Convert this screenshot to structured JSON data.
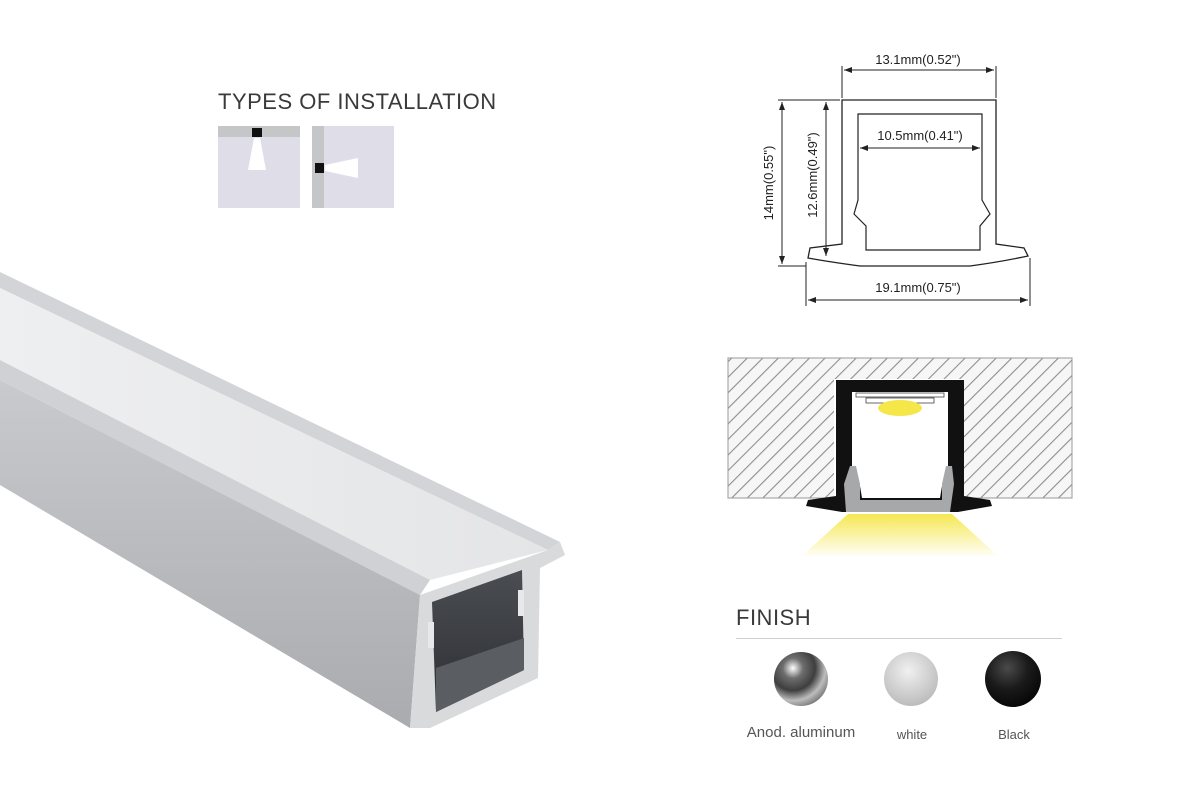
{
  "installation": {
    "title": "TYPES OF INSTALLATION",
    "icons": [
      "ceiling-recessed-mount-icon",
      "wall-recessed-mount-icon"
    ]
  },
  "dimensions": {
    "top_width": "13.1mm(0.52\")",
    "inner_width": "10.5mm(0.41\")",
    "outer_height": "14mm(0.55\")",
    "inner_height": "12.6mm(0.49\")",
    "flange_width": "19.1mm(0.75\")"
  },
  "finish": {
    "title": "FINISH",
    "options": [
      {
        "label": "Anod. aluminum",
        "color": "#9a9a9a"
      },
      {
        "label": "white",
        "color": "#d4d4d4"
      },
      {
        "label": "Black",
        "color": "#1a1a1a"
      }
    ]
  },
  "colors": {
    "profile_aluminum": "#b9bcc0",
    "led_light": "#f5e64a"
  }
}
